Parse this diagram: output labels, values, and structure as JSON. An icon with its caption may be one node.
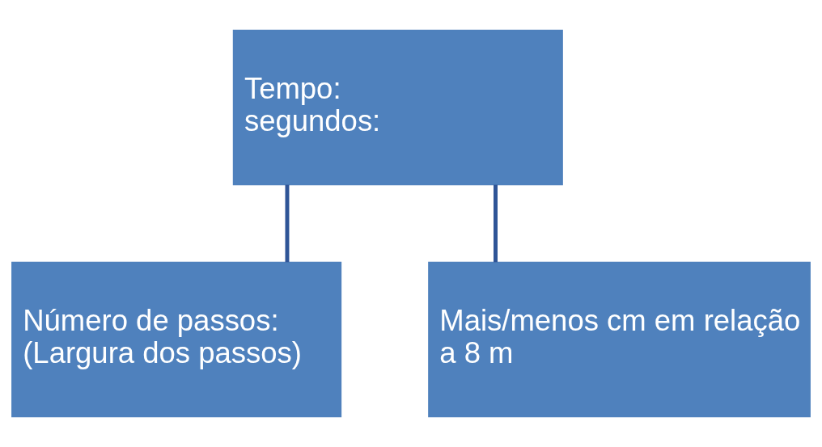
{
  "diagram": {
    "nodes": [
      {
        "text": [
          "Tempo:",
          "segundos:"
        ]
      },
      {
        "text": [
          "Número de passos:",
          "(Largura dos passos)"
        ]
      },
      {
        "text": [
          "Mais/menos cm em relação a 8 m"
        ]
      }
    ],
    "edges": [
      {
        "from": 0,
        "to": 1,
        "arrow": "none"
      },
      {
        "from": 0,
        "to": 2,
        "arrow": "none"
      }
    ]
  }
}
